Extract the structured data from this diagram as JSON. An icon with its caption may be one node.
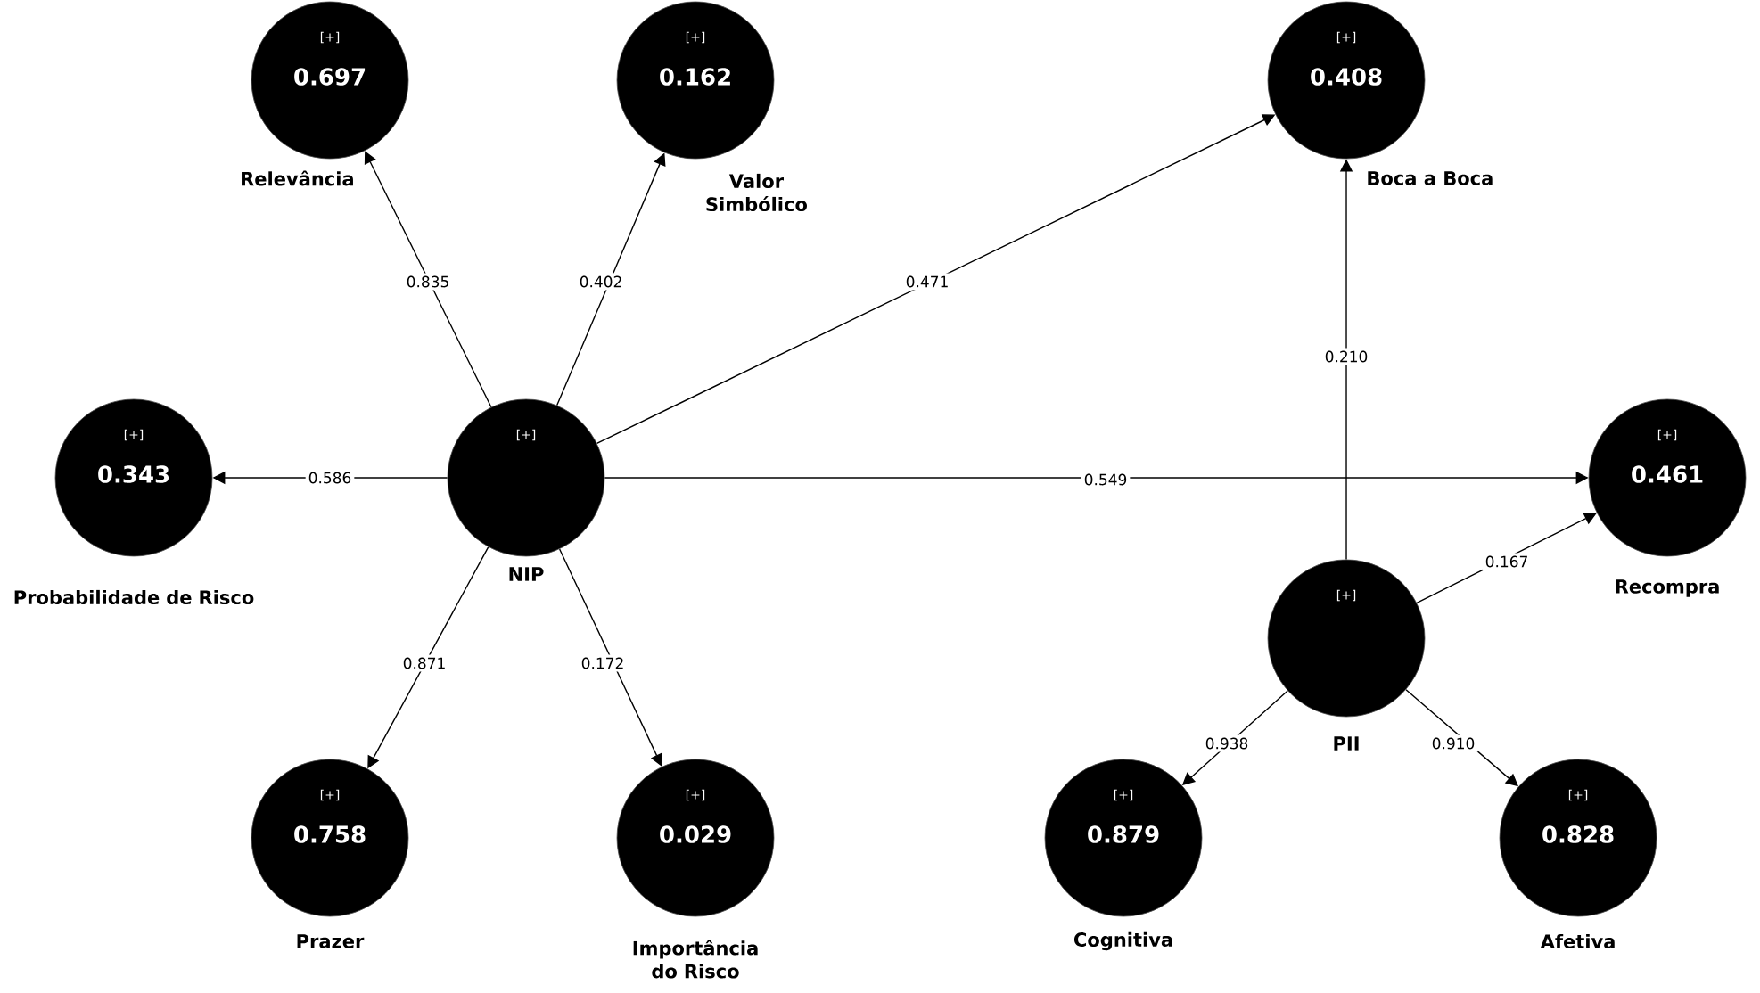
{
  "diagram": {
    "nodes": [
      {
        "text": [
          "[+]",
          "0.697"
        ],
        "beside": [
          "Relevância"
        ]
      },
      {
        "text": [
          "[+]",
          "0.162"
        ],
        "beside": [
          "Valor Simbólico"
        ]
      },
      {
        "text": [
          "[+]",
          "0.408"
        ],
        "beside": [
          "Boca a Boca"
        ]
      },
      {
        "text": [
          "[+]",
          "0.343"
        ],
        "beside": [
          "Probabilidade de Risco"
        ]
      },
      {
        "text": [
          "[+]"
        ],
        "beside": [
          "NIP"
        ]
      },
      {
        "text": [
          "[+]",
          "0.461"
        ],
        "beside": [
          "Recompra"
        ]
      },
      {
        "text": [
          "[+]"
        ],
        "beside": [
          "PII"
        ]
      },
      {
        "text": [
          "[+]",
          "0.758"
        ],
        "beside": [
          "Prazer"
        ]
      },
      {
        "text": [
          "[+]",
          "0.029"
        ],
        "beside": [
          "Importância do Risco"
        ]
      },
      {
        "text": [
          "[+]",
          "0.879"
        ],
        "beside": [
          "Cognitiva"
        ]
      },
      {
        "text": [
          "[+]",
          "0.828"
        ],
        "beside": [
          "Afetiva"
        ]
      }
    ],
    "edges": [
      {
        "from": 4,
        "to": 0,
        "arrow": "to",
        "label": "0.835"
      },
      {
        "from": 4,
        "to": 1,
        "arrow": "to",
        "label": "0.402"
      },
      {
        "from": 4,
        "to": 2,
        "arrow": "to",
        "label": "0.471"
      },
      {
        "from": 4,
        "to": 3,
        "arrow": "to",
        "label": "0.586"
      },
      {
        "from": 4,
        "to": 5,
        "arrow": "to",
        "label": "0.549"
      },
      {
        "from": 4,
        "to": 7,
        "arrow": "to",
        "label": "0.871"
      },
      {
        "from": 4,
        "to": 8,
        "arrow": "to",
        "label": "0.172"
      },
      {
        "from": 6,
        "to": 2,
        "arrow": "to",
        "label": "0.210"
      },
      {
        "from": 6,
        "to": 5,
        "arrow": "to",
        "label": "0.167"
      },
      {
        "from": 6,
        "to": 9,
        "arrow": "to",
        "label": "0.938"
      },
      {
        "from": 6,
        "to": 10,
        "arrow": "to",
        "label": "0.910"
      }
    ]
  }
}
